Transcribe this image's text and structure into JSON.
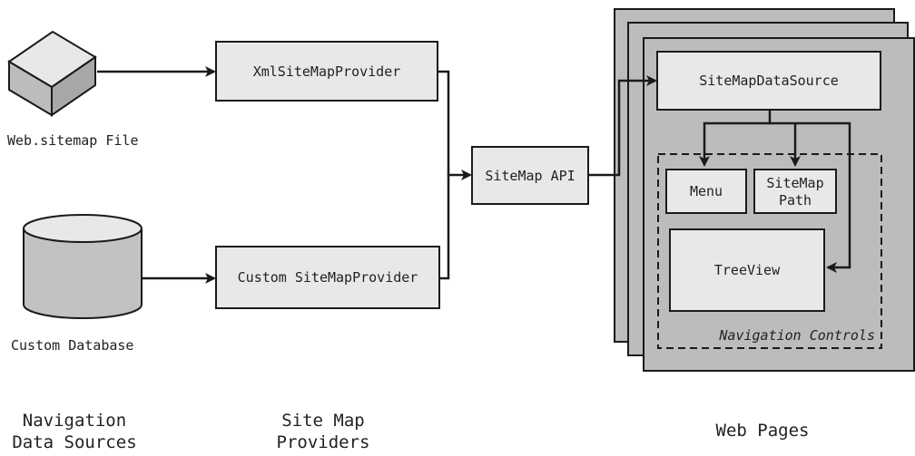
{
  "sources": {
    "xml_file": "Web.sitemap File",
    "database": "Custom Database"
  },
  "providers": {
    "xml": "XmlSiteMapProvider",
    "custom": "Custom SiteMapProvider"
  },
  "api": "SiteMap API",
  "web_page": {
    "datasource": "SiteMapDataSource",
    "menu": "Menu",
    "sitemap_path_line1": "SiteMap",
    "sitemap_path_line2": "Path",
    "treeview": "TreeView",
    "group_label": "Navigation Controls"
  },
  "columns": {
    "sources_line1": "Navigation",
    "sources_line2": "Data Sources",
    "providers_line1": "Site Map",
    "providers_line2": "Providers",
    "pages": "Web Pages"
  },
  "colors": {
    "box_fill": "#e8e8e8",
    "page_fill": "#bcbcbc",
    "stroke": "#1a1a1a"
  }
}
